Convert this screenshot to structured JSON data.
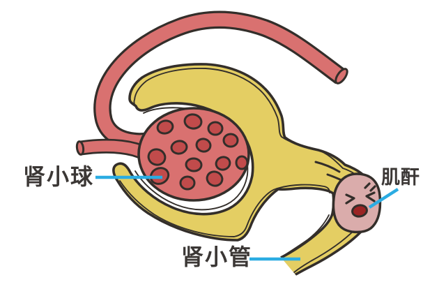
{
  "diagram": {
    "kind": "cartoon anatomy illustration",
    "subject": "nephron: glomerulus with Bowman capsule, renal tubule, and a creatinine blob stuck in the tubule",
    "labels": {
      "glomerulus": "肾小球",
      "renal_tubule": "肾小管",
      "creatinine": "肌酐"
    }
  },
  "colors": {
    "background": "#FFFFFF",
    "outline": "#332E2A",
    "capsule_yellow": "#E4CE63",
    "vessel_red": "#D97170",
    "glomerulus_ball": "#D97170",
    "glomerulus_lobule": "#C14B4B",
    "creatinine_pink": "#DAACAB",
    "creatinine_mouth": "#9B2424",
    "label_line_blue": "#2BACE2",
    "label_text": "#3B3735"
  }
}
